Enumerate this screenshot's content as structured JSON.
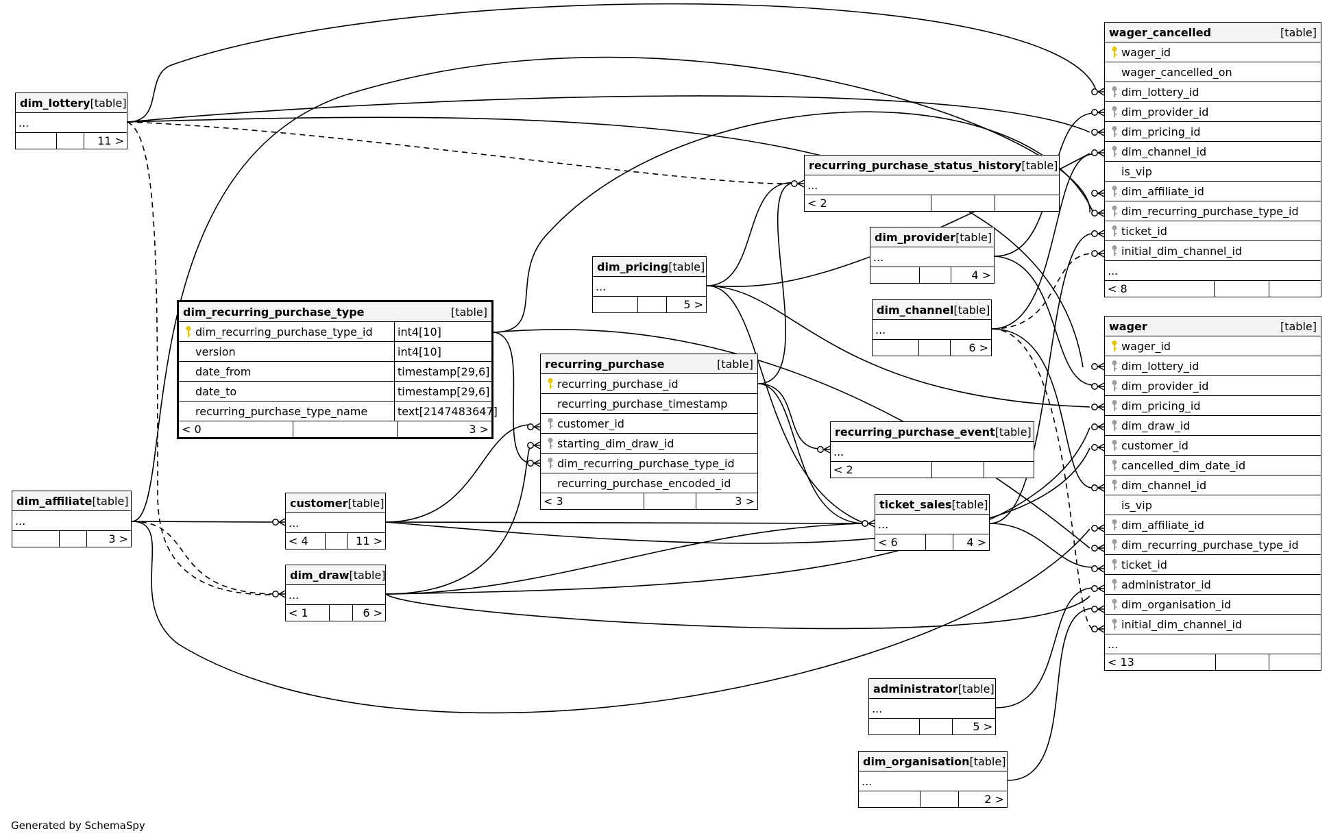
{
  "tables": {
    "wager_cancelled": {
      "name": "wager_cancelled",
      "type": "[table]",
      "columns": [
        {
          "name": "wager_id",
          "key": "pk"
        },
        {
          "name": "wager_cancelled_on",
          "key": ""
        },
        {
          "name": "dim_lottery_id",
          "key": "fk"
        },
        {
          "name": "dim_provider_id",
          "key": "fk"
        },
        {
          "name": "dim_pricing_id",
          "key": "fk"
        },
        {
          "name": "dim_channel_id",
          "key": "fk"
        },
        {
          "name": "is_vip",
          "key": ""
        },
        {
          "name": "dim_affiliate_id",
          "key": "fk"
        },
        {
          "name": "dim_recurring_purchase_type_id",
          "key": "fk"
        },
        {
          "name": "ticket_id",
          "key": "fk"
        },
        {
          "name": "initial_dim_channel_id",
          "key": "fk"
        },
        {
          "name": "...",
          "key": ""
        }
      ],
      "footer": [
        "< 8",
        "",
        ""
      ]
    },
    "wager": {
      "name": "wager",
      "type": "[table]",
      "columns": [
        {
          "name": "wager_id",
          "key": "pk"
        },
        {
          "name": "dim_lottery_id",
          "key": "fk"
        },
        {
          "name": "dim_provider_id",
          "key": "fk"
        },
        {
          "name": "dim_pricing_id",
          "key": "fk"
        },
        {
          "name": "dim_draw_id",
          "key": "fk"
        },
        {
          "name": "customer_id",
          "key": "fk"
        },
        {
          "name": "cancelled_dim_date_id",
          "key": "fk"
        },
        {
          "name": "dim_channel_id",
          "key": "fk"
        },
        {
          "name": "is_vip",
          "key": ""
        },
        {
          "name": "dim_affiliate_id",
          "key": "fk"
        },
        {
          "name": "dim_recurring_purchase_type_id",
          "key": "fk"
        },
        {
          "name": "ticket_id",
          "key": "fk"
        },
        {
          "name": "administrator_id",
          "key": "fk"
        },
        {
          "name": "dim_organisation_id",
          "key": "fk"
        },
        {
          "name": "initial_dim_channel_id",
          "key": "fk"
        },
        {
          "name": "...",
          "key": ""
        }
      ],
      "footer": [
        "< 13",
        "",
        ""
      ]
    },
    "dim_lottery": {
      "name": "dim_lottery",
      "type": "[table]",
      "columns": [
        {
          "name": "...",
          "key": ""
        }
      ],
      "footer": [
        "",
        "",
        "11 >"
      ]
    },
    "dim_affiliate": {
      "name": "dim_affiliate",
      "type": "[table]",
      "columns": [
        {
          "name": "...",
          "key": ""
        }
      ],
      "footer": [
        "",
        "",
        "3 >"
      ]
    },
    "dim_recurring_purchase_type": {
      "name": "dim_recurring_purchase_type",
      "type": "[table]",
      "columns": [
        {
          "name": "dim_recurring_purchase_type_id",
          "key": "pk",
          "dtype": "int4[10]"
        },
        {
          "name": "version",
          "key": "",
          "dtype": "int4[10]"
        },
        {
          "name": "date_from",
          "key": "",
          "dtype": "timestamp[29,6]"
        },
        {
          "name": "date_to",
          "key": "",
          "dtype": "timestamp[29,6]"
        },
        {
          "name": "recurring_purchase_type_name",
          "key": "",
          "dtype": "text[2147483647]"
        }
      ],
      "footer": [
        "< 0",
        "",
        "3 >"
      ]
    },
    "customer": {
      "name": "customer",
      "type": "[table]",
      "columns": [
        {
          "name": "...",
          "key": ""
        }
      ],
      "footer": [
        "< 4",
        "",
        "11 >"
      ]
    },
    "dim_draw": {
      "name": "dim_draw",
      "type": "[table]",
      "columns": [
        {
          "name": "...",
          "key": ""
        }
      ],
      "footer": [
        "< 1",
        "",
        "6 >"
      ]
    },
    "dim_pricing": {
      "name": "dim_pricing",
      "type": "[table]",
      "columns": [
        {
          "name": "...",
          "key": ""
        }
      ],
      "footer": [
        "",
        "",
        "5 >"
      ]
    },
    "recurring_purchase": {
      "name": "recurring_purchase",
      "type": "[table]",
      "columns": [
        {
          "name": "recurring_purchase_id",
          "key": "pk"
        },
        {
          "name": "recurring_purchase_timestamp",
          "key": ""
        },
        {
          "name": "customer_id",
          "key": "fk"
        },
        {
          "name": "starting_dim_draw_id",
          "key": "fk"
        },
        {
          "name": "dim_recurring_purchase_type_id",
          "key": "fk"
        },
        {
          "name": "recurring_purchase_encoded_id",
          "key": ""
        }
      ],
      "footer": [
        "< 3",
        "",
        "3 >"
      ]
    },
    "recurring_purchase_status_history": {
      "name": "recurring_purchase_status_history",
      "type": "[table]",
      "columns": [
        {
          "name": "...",
          "key": ""
        }
      ],
      "footer": [
        "< 2",
        "",
        ""
      ]
    },
    "dim_provider": {
      "name": "dim_provider",
      "type": "[table]",
      "columns": [
        {
          "name": "...",
          "key": ""
        }
      ],
      "footer": [
        "",
        "",
        "4 >"
      ]
    },
    "dim_channel": {
      "name": "dim_channel",
      "type": "[table]",
      "columns": [
        {
          "name": "...",
          "key": ""
        }
      ],
      "footer": [
        "",
        "",
        "6 >"
      ]
    },
    "recurring_purchase_event": {
      "name": "recurring_purchase_event",
      "type": "[table]",
      "columns": [
        {
          "name": "...",
          "key": ""
        }
      ],
      "footer": [
        "< 2",
        "",
        ""
      ]
    },
    "ticket_sales": {
      "name": "ticket_sales",
      "type": "[table]",
      "columns": [
        {
          "name": "...",
          "key": ""
        }
      ],
      "footer": [
        "< 6",
        "",
        "4 >"
      ]
    },
    "administrator": {
      "name": "administrator",
      "type": "[table]",
      "columns": [
        {
          "name": "...",
          "key": ""
        }
      ],
      "footer": [
        "",
        "",
        "5 >"
      ]
    },
    "dim_organisation": {
      "name": "dim_organisation",
      "type": "[table]",
      "columns": [
        {
          "name": "...",
          "key": ""
        }
      ],
      "footer": [
        "",
        "",
        "2 >"
      ]
    }
  },
  "footer_note": "Generated by SchemaSpy",
  "colors": {
    "pk_key": "#e6c700",
    "fk_key": "#a0a0a0",
    "header_bg": "#f4f4f4"
  }
}
